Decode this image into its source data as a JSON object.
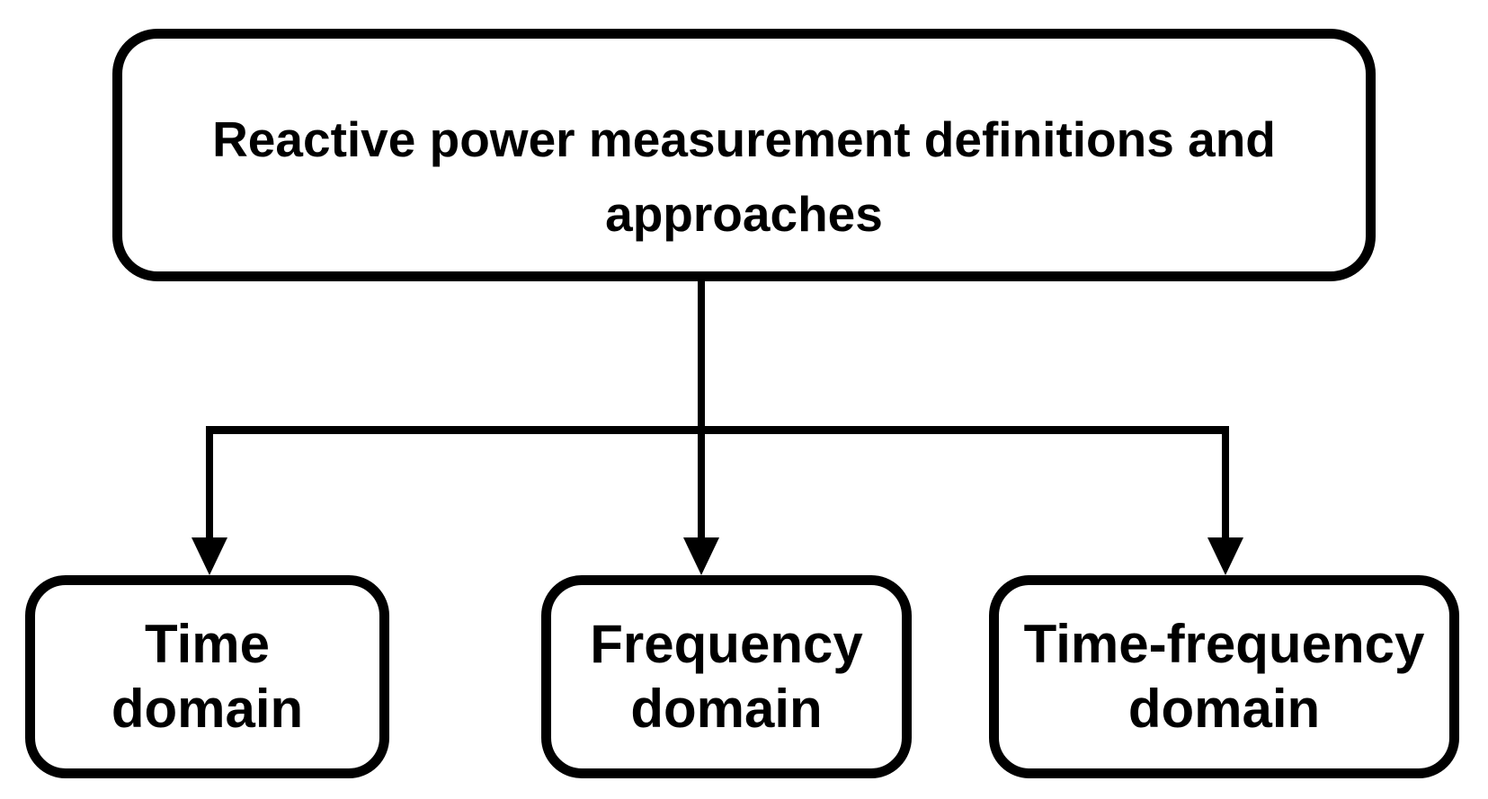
{
  "diagram": {
    "type": "flowchart",
    "colors": {
      "line": "#000000",
      "box_fill": "#ffffff",
      "text": "#000000",
      "background": "#ffffff"
    },
    "nodes": {
      "root": {
        "id": "root",
        "label": "Reactive power measurement definitions and approaches",
        "lines": [
          "Reactive power measurement definitions and",
          "approaches"
        ]
      },
      "children": [
        {
          "id": "time-domain",
          "label": "Time domain",
          "lines": [
            "Time",
            "domain"
          ]
        },
        {
          "id": "frequency-domain",
          "label": "Frequency domain",
          "lines": [
            "Frequency",
            "domain"
          ]
        },
        {
          "id": "time-frequency-domain",
          "label": "Time-frequency domain",
          "lines": [
            "Time-frequency",
            "domain"
          ]
        }
      ]
    },
    "edges": [
      {
        "from": "root",
        "to": "time-domain",
        "style": "arrow"
      },
      {
        "from": "root",
        "to": "frequency-domain",
        "style": "arrow"
      },
      {
        "from": "root",
        "to": "time-frequency-domain",
        "style": "arrow"
      }
    ]
  }
}
